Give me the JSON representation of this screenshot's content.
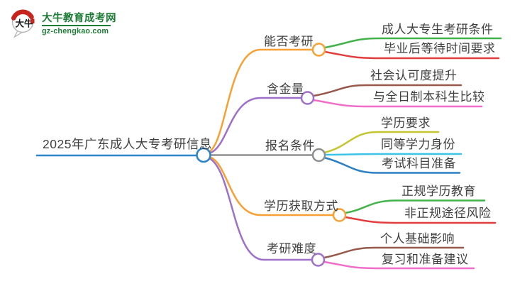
{
  "logo": {
    "icon_text": "大牛",
    "site_name": "大牛教育成考网",
    "site_url": "gz-chengkao.com",
    "brand_color": "#1d7c35",
    "seal_color": "#c8241e",
    "bubble_stroke": "#b5b5b5"
  },
  "root": {
    "label": "2025年广东成人大专考研信息",
    "color": "#2e86c8"
  },
  "branches": [
    {
      "label": "能否考研",
      "color": "#f7a034",
      "children": [
        {
          "label": "成人大专生考研条件",
          "color": "#43b24b"
        },
        {
          "label": "毕业后等待时间要求",
          "color": "#e23d3d"
        }
      ]
    },
    {
      "label": "含金量",
      "color": "#9f70ca",
      "children": [
        {
          "label": "社会认可度提升",
          "color": "#96594b"
        },
        {
          "label": "与全日制本科生比较",
          "color": "#f06ec8"
        }
      ]
    },
    {
      "label": "报名条件",
      "color": "#8f8f8f",
      "children": [
        {
          "label": "学历要求",
          "color": "#c5c531"
        },
        {
          "label": "同等学力身份",
          "color": "#3bc4e8"
        },
        {
          "label": "考试科目准备",
          "color": "#2d7fc3"
        }
      ]
    },
    {
      "label": "学历获取方式",
      "color": "#f7a034",
      "children": [
        {
          "label": "正规学历教育",
          "color": "#43b24b"
        },
        {
          "label": "非正规途径风险",
          "color": "#e23d3d"
        }
      ]
    },
    {
      "label": "考研难度",
      "color": "#9f70ca",
      "children": [
        {
          "label": "个人基础影响",
          "color": "#96594b"
        },
        {
          "label": "复习和准备建议",
          "color": "#f06ec8"
        }
      ]
    }
  ],
  "text_color": "#404040"
}
